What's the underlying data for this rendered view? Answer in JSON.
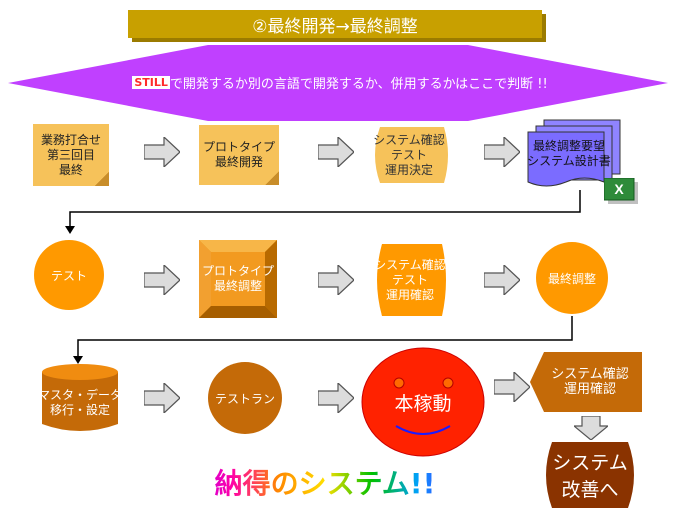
{
  "title": "②最終開発→最終調整",
  "banner": {
    "still_label": "STILL",
    "text": "で開発するか別の言語で開発するか、併用するかはここで判断 !!"
  },
  "row1": {
    "step1": [
      "業務打合せ",
      "第三回目",
      "最終"
    ],
    "step2": [
      "プロトタイプ",
      "最終開発"
    ],
    "step3": [
      "システム確認",
      "テスト",
      "運用決定"
    ],
    "step4": [
      "最終調整要望",
      "システム設計書"
    ]
  },
  "row2": {
    "step1": "テスト",
    "step2": [
      "プロトタイプ",
      "最終調整"
    ],
    "step3": [
      "システム確認",
      "テスト",
      "運用確認"
    ],
    "step4": "最終調整"
  },
  "row3": {
    "step1": [
      "マスタ・データ",
      "移行・設定"
    ],
    "step2": "テストラン",
    "step3": "本稼動",
    "step4": [
      "システム確認",
      "運用確認"
    ],
    "final": [
      "システム",
      "改善へ"
    ]
  },
  "footer_slogan": "納得のシステム!!",
  "colors": {
    "title_bar": "#c8a000",
    "banner": "#c040ff",
    "sticky": "#f6c25a",
    "orange": "#ff9900",
    "dark_orange": "#c46a08",
    "smiley": "#ff2200",
    "final_box": "#8a3300",
    "document": "#7b6cff",
    "excel": "#2e8b3a"
  },
  "icons": [
    "gray-arrow-icon",
    "excel-icon",
    "smiley-face-icon",
    "database-cylinder-icon",
    "document-stack-icon"
  ]
}
